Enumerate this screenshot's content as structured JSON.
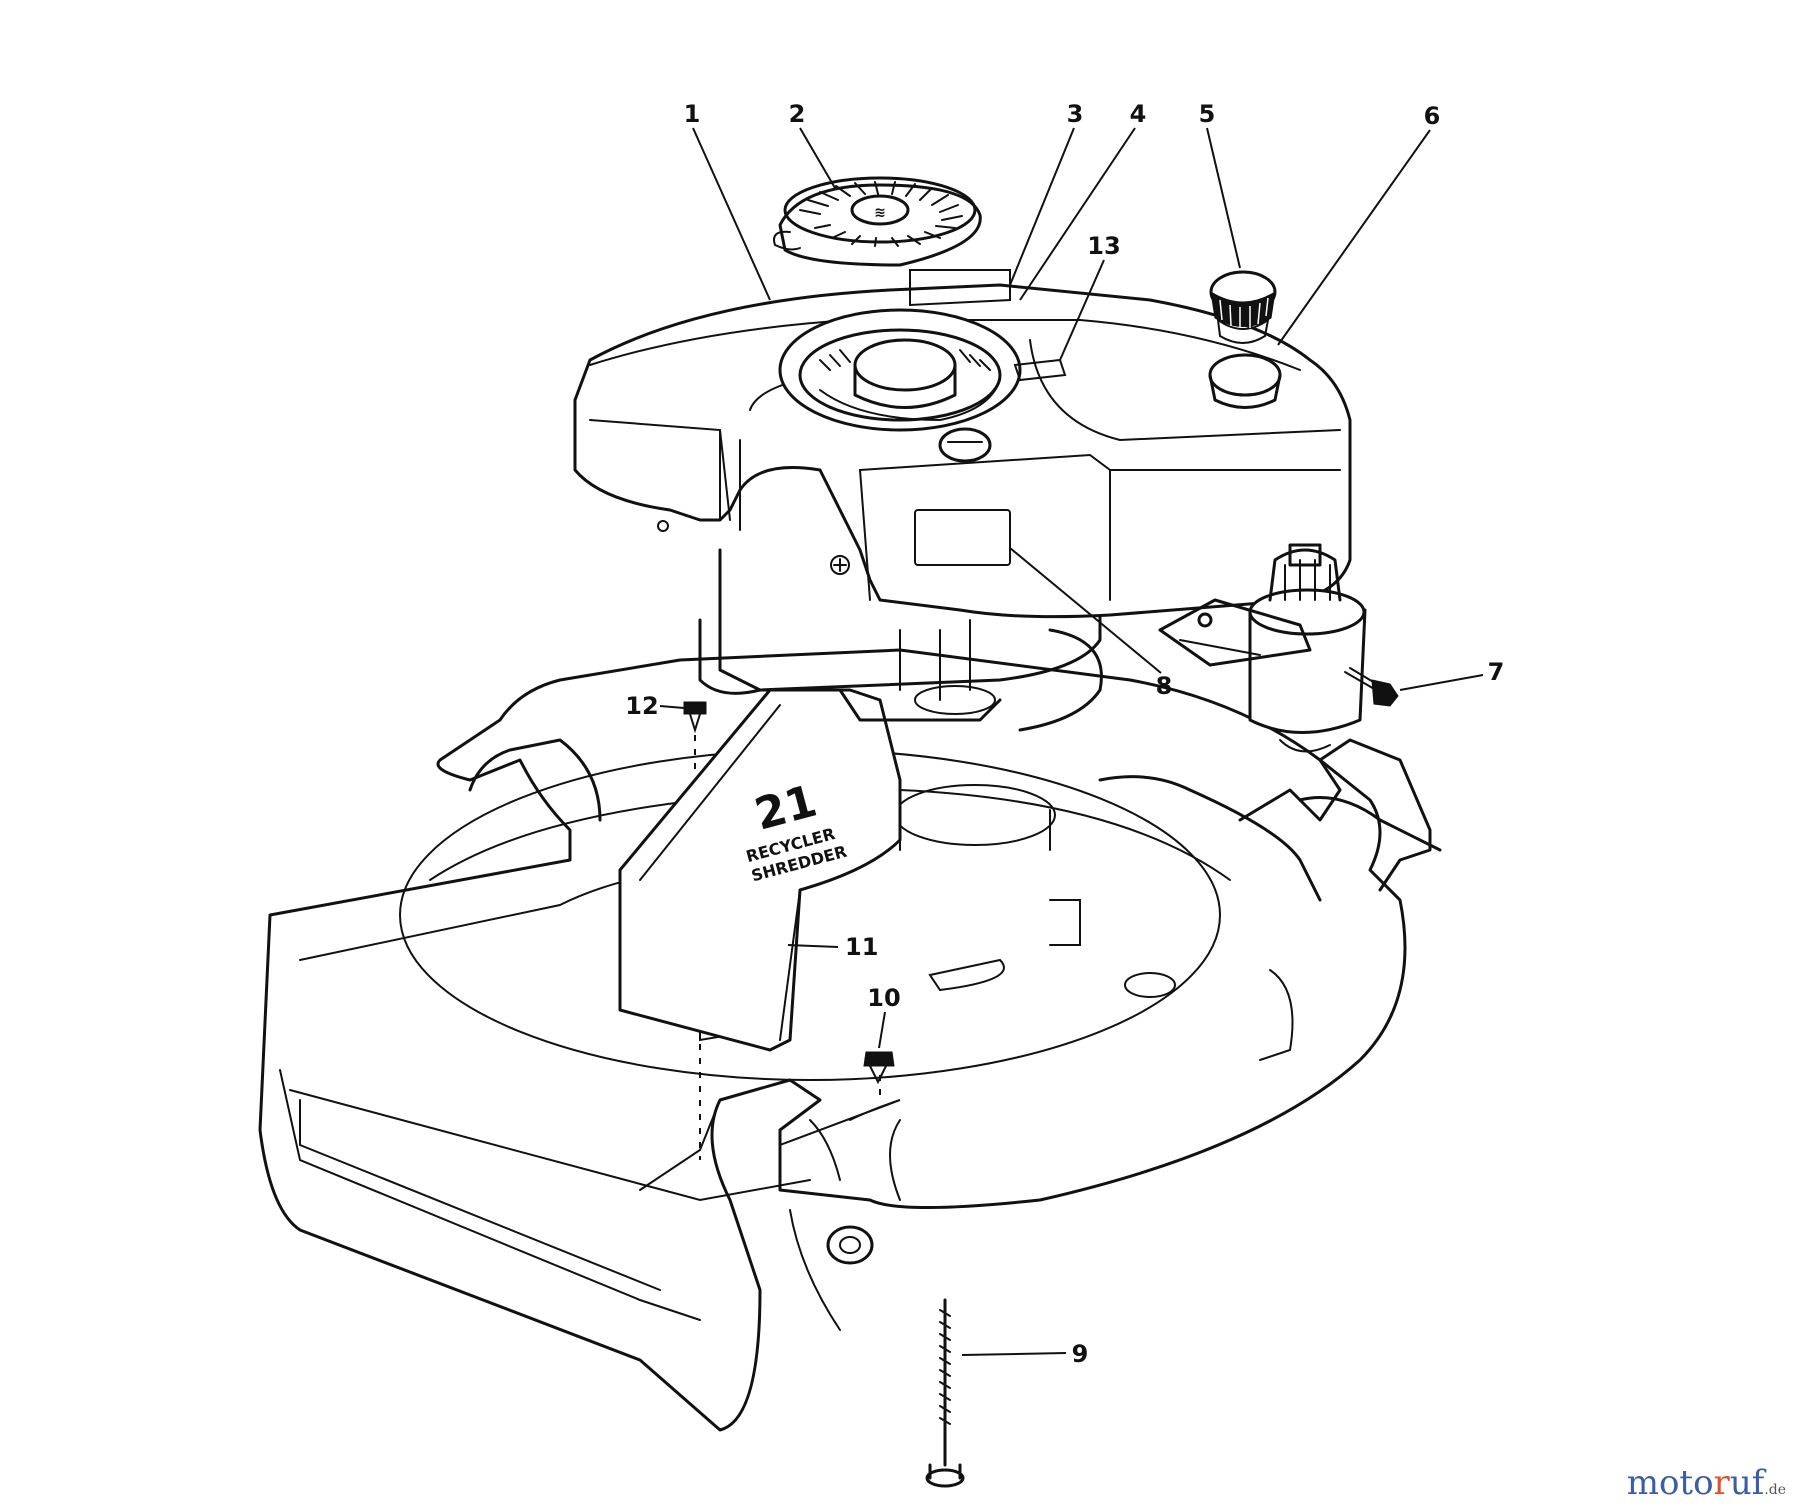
{
  "callouts": [
    {
      "id": "c1",
      "label": "1"
    },
    {
      "id": "c2",
      "label": "2"
    },
    {
      "id": "c3",
      "label": "3"
    },
    {
      "id": "c4",
      "label": "4"
    },
    {
      "id": "c5",
      "label": "5"
    },
    {
      "id": "c6",
      "label": "6"
    },
    {
      "id": "c7",
      "label": "7"
    },
    {
      "id": "c8",
      "label": "8"
    },
    {
      "id": "c9",
      "label": "9"
    },
    {
      "id": "c10",
      "label": "10"
    },
    {
      "id": "c11",
      "label": "11"
    },
    {
      "id": "c12",
      "label": "12"
    },
    {
      "id": "c13",
      "label": "13"
    }
  ],
  "deck_marking": {
    "number": "21",
    "line1": "RECYCLER",
    "line2": "SHREDDER"
  },
  "watermark": {
    "main": "moto",
    "accent": "r",
    "rest": "uf",
    "suffix": ".de"
  },
  "colors": {
    "ink": "#111111",
    "paper": "#ffffff",
    "watermark_blue": "#3a5da8",
    "watermark_red": "#e0502a"
  }
}
